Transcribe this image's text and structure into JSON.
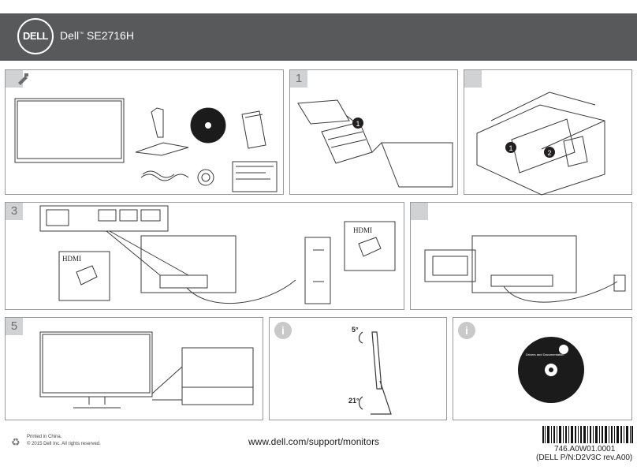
{
  "header": {
    "logo_text": "DELL",
    "brand": "Dell",
    "trademark": "™",
    "model": "SE2716H"
  },
  "panels": {
    "box_contents": {
      "step_icon": "tool-icon"
    },
    "step1": {
      "number": "1",
      "callout": "1"
    },
    "step2": {
      "step_icon": "none",
      "callout_a": "1",
      "callout_b": "2"
    },
    "step3": {
      "number": "3",
      "hdmi_left": "HDMI",
      "hdmi_right": "HDMI"
    },
    "step4": {
      "step_icon": "none"
    },
    "step5": {
      "number": "5"
    },
    "tilt": {
      "info": "i",
      "tilt_up": "5°",
      "tilt_down": "21°"
    },
    "disc": {
      "info": "i",
      "disc_title": "Drivers and Documentation"
    }
  },
  "footer": {
    "printed": "Printed in China.",
    "copyright": "© 2015 Dell Inc. All rights reserved.",
    "url": "www.dell.com/support/monitors",
    "part_number": "746.A0W01.0001",
    "dell_pn": "(DELL P/N:D2V3C rev.A00)"
  },
  "colors": {
    "header_bg": "#58595b",
    "step_badge": "#d1d2d4",
    "line": "#3a3a3a",
    "callout": "#231f20"
  }
}
